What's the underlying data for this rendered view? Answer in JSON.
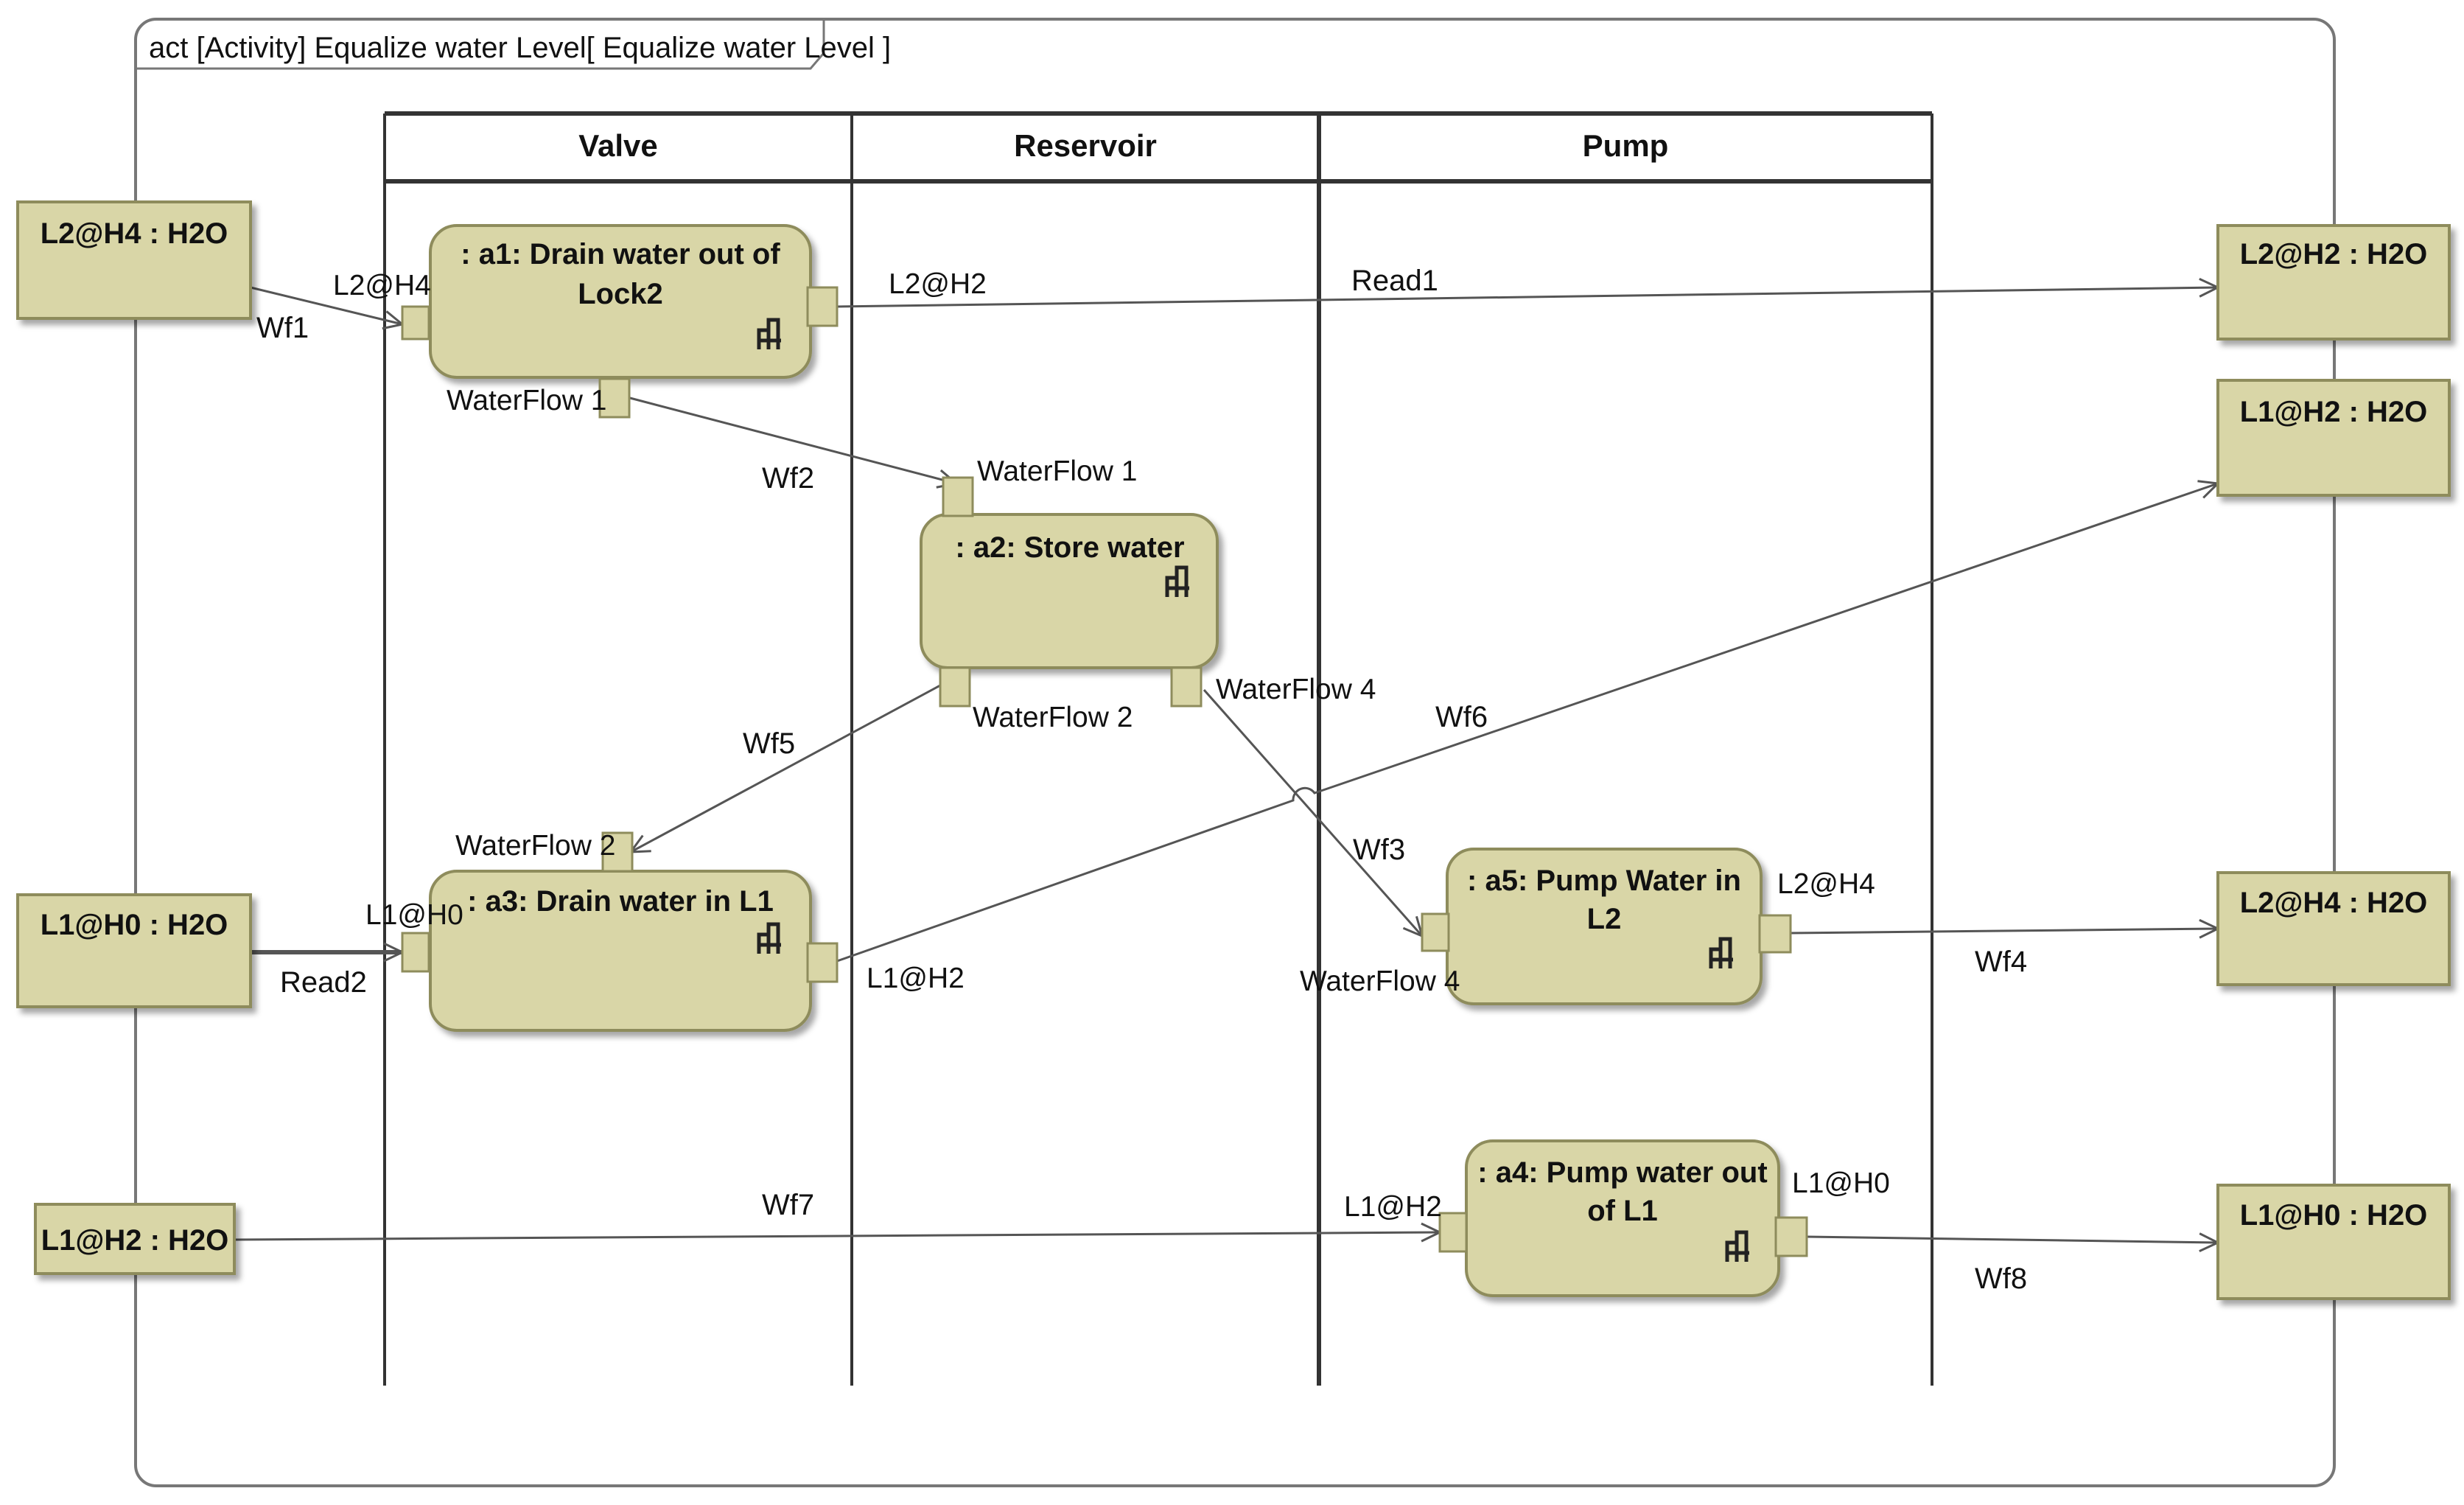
{
  "frame": {
    "title": "act [Activity] Equalize water Level[ Equalize water Level ]"
  },
  "colors": {
    "node_fill": "#d9d6a7",
    "node_stroke": "#8e8c5c",
    "line": "#555555",
    "lane_line": "#333333",
    "frame_stroke": "#777777"
  },
  "lanes": [
    {
      "id": "valve",
      "label": "Valve"
    },
    {
      "id": "reservoir",
      "label": "Reservoir"
    },
    {
      "id": "pump",
      "label": "Pump"
    }
  ],
  "actions": [
    {
      "id": "a1",
      "lines": [
        ": a1: Drain water out of",
        "Lock2"
      ]
    },
    {
      "id": "a2",
      "lines": [
        ": a2: Store water"
      ]
    },
    {
      "id": "a3",
      "lines": [
        ": a3: Drain water in L1"
      ]
    },
    {
      "id": "a5",
      "lines": [
        ": a5: Pump Water in",
        "L2"
      ]
    },
    {
      "id": "a4",
      "lines": [
        ": a4: Pump water out",
        "of L1"
      ]
    }
  ],
  "objects": [
    {
      "id": "in_l2h4",
      "label": "L2@H4 : H2O"
    },
    {
      "id": "in_l1h0",
      "label": "L1@H0 : H2O"
    },
    {
      "id": "in_l1h2",
      "label": "L1@H2 : H2O"
    },
    {
      "id": "out_l2h2",
      "label": "L2@H2 : H2O"
    },
    {
      "id": "out_l1h2",
      "label": "L1@H2 : H2O"
    },
    {
      "id": "out_l2h4",
      "label": "L2@H4 : H2O"
    },
    {
      "id": "out_l1h0",
      "label": "L1@H0 : H2O"
    }
  ],
  "pin_labels": {
    "a1_in": "L2@H4",
    "a1_out": "L2@H2",
    "a1_wf": "WaterFlow 1",
    "a2_in": "WaterFlow 1",
    "a2_out2": "WaterFlow 2",
    "a2_out4": "WaterFlow 4",
    "a3_wf": "WaterFlow 2",
    "a3_in": "L1@H0",
    "a3_out": "L1@H2",
    "a5_in": "WaterFlow 4",
    "a5_out": "L2@H4",
    "a4_in": "L1@H2",
    "a4_out": "L1@H0"
  },
  "edge_labels": {
    "wf1": "Wf1",
    "wf2": "Wf2",
    "read1": "Read1",
    "wf5": "Wf5",
    "wf6": "Wf6",
    "wf3": "Wf3",
    "read2": "Read2",
    "wf4": "Wf4",
    "wf7": "Wf7",
    "wf8": "Wf8"
  }
}
